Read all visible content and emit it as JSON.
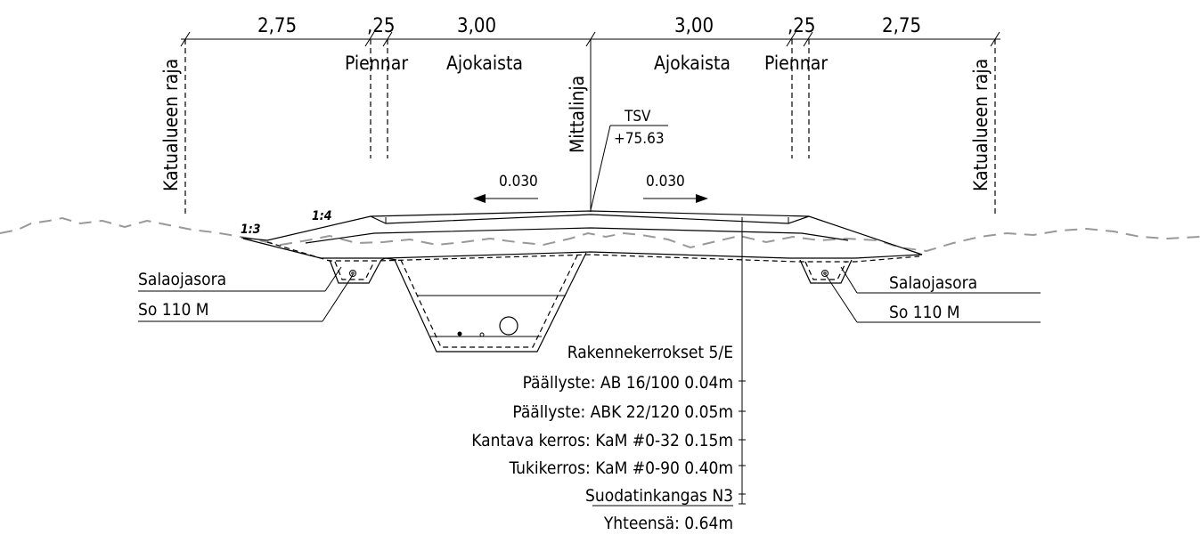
{
  "dimensions": {
    "left_outer": "2,75",
    "left_shoulder": ",25",
    "left_lane": "3,00",
    "right_lane": "3,00",
    "right_shoulder": ",25",
    "right_outer": "2,75"
  },
  "labels": {
    "street_boundary_left": "Katualueen raja",
    "street_boundary_right": "Katualueen raja",
    "shoulder_left": "Piennar",
    "shoulder_right": "Piennar",
    "lane_left": "Ajokaista",
    "lane_right": "Ajokaista",
    "centerline": "Mittalinja",
    "tsv": "TSV",
    "elevation": "+75.63",
    "slope_left": "0.030",
    "slope_right": "0.030",
    "slope_ratio_outer": "1:3",
    "slope_ratio_inner": "1:4"
  },
  "drains": {
    "left": {
      "material": "Salaojasora",
      "pipe": "So 110 M"
    },
    "right": {
      "material": "Salaojasora",
      "pipe": "So 110 M"
    }
  },
  "layers": {
    "title": "Rakennekerrokset 5/E",
    "items": [
      "Päällyste: AB 16/100 0.04m",
      "Päällyste: ABK 22/120 0.05m",
      "Kantava kerros: KaM #0-32 0.15m",
      "Tukikerros: KaM #0-90 0.40m",
      "Suodatinkangas N3"
    ],
    "total": "Yhteensä: 0.64m"
  }
}
